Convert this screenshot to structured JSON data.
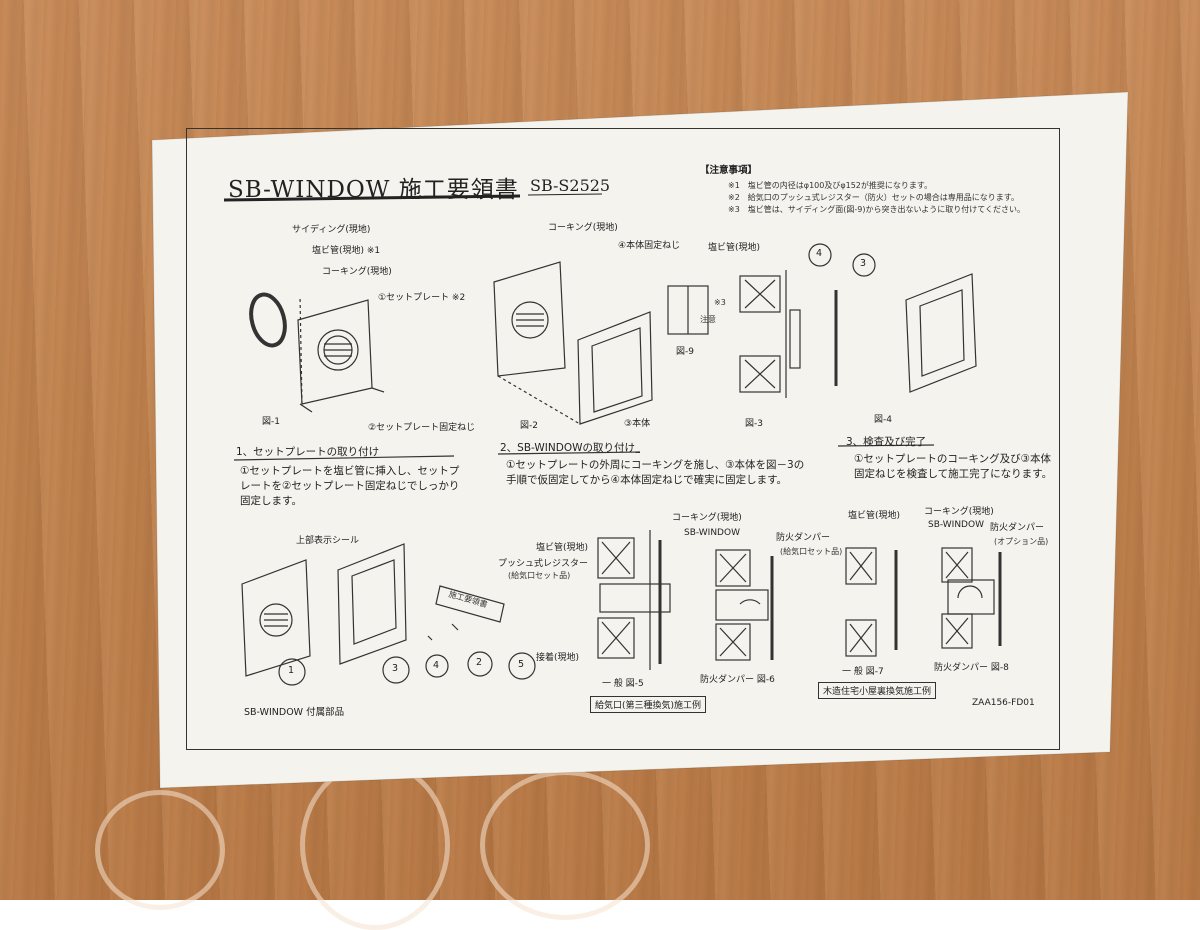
{
  "document": {
    "title": "SB-WINDOW 施工要領書",
    "model": "SB-S2525",
    "notes": {
      "heading": "【注意事項】",
      "items": [
        "※1　塩ビ管の内径はφ100及びφ152が推奨になります。",
        "※2　給気口のプッシュ式レジスター（防火）セットの場合は専用品になります。",
        "※3　塩ビ管は、サイディング面(図-9)から突き出ないように取り付けてください。"
      ]
    },
    "figure_labels": {
      "fig1": "図-1",
      "fig2": "図-2",
      "fig3": "図-3",
      "fig4": "図-4",
      "fig5": "一 般 図-5",
      "fig6": "防火ダンパー 図-6",
      "fig7": "一 般 図-7",
      "fig8": "防火ダンパー 図-8",
      "fig9": "図-9"
    },
    "callouts": {
      "siding": "サイディング(現地)",
      "pvc_pipe_note": "塩ビ管(現地) ※1",
      "caulking_local": "コーキング(現地)",
      "set_plate": "①セットプレート ※2",
      "set_plate_screw": "②セットプレート固定ねじ",
      "caulking_fig2": "コーキング(現地)",
      "body_screw": "④本体固定ねじ",
      "body": "③本体",
      "pvc_pipe_fig9": "塩ビ管(現地)",
      "note3": "※3",
      "caution": "注意",
      "num4": "4",
      "num3": "3",
      "top_seal": "上部表示シール",
      "manual_card": "施工要領書",
      "push_register": "プッシュ式レジスター",
      "push_register_sub": "(給気口セット品)",
      "pvc_pipe_fig5": "塩ビ管(現地)",
      "caulking_fig5": "コーキング(現地)",
      "sbwindow_fig5": "SB-WINDOW",
      "adhesive": "接着(現地)",
      "fire_damper": "防火ダンパー",
      "fire_damper_sub": "(給気口セット品)",
      "pvc_pipe_fig7": "塩ビ管(現地)",
      "caulking_fig8": "コーキング(現地)",
      "sbwindow_fig7": "SB-WINDOW",
      "fire_damper_fig8": "防火ダンパー",
      "fire_damper_fig8_sub": "(オプション品)"
    },
    "steps": {
      "s1_title": "1、セットプレートの取り付け",
      "s1_body": "①セットプレートを塩ビ管に挿入し、セットプレートを②セットプレート固定ねじでしっかり固定します。",
      "s2_title": "2、SB-WINDOWの取り付け",
      "s2_body": "①セットプレートの外周にコーキングを施し、③本体を図－3の手順で仮固定してから④本体固定ねじで確実に固定します。",
      "s3_title": "3、検査及び完了",
      "s3_body": "①セットプレートのコーキング及び③本体固定ねじを検査して施工完了になります。"
    },
    "parts": {
      "caption": "SB-WINDOW 付属部品",
      "numbers": [
        "1",
        "3",
        "4",
        "2",
        "5"
      ]
    },
    "boxed": {
      "supply_vent": "給気口(第三種換気)施工例",
      "wooden_house": "木造住宅小屋裏換気施工例"
    },
    "doc_code": "ZAA156-FD01"
  }
}
